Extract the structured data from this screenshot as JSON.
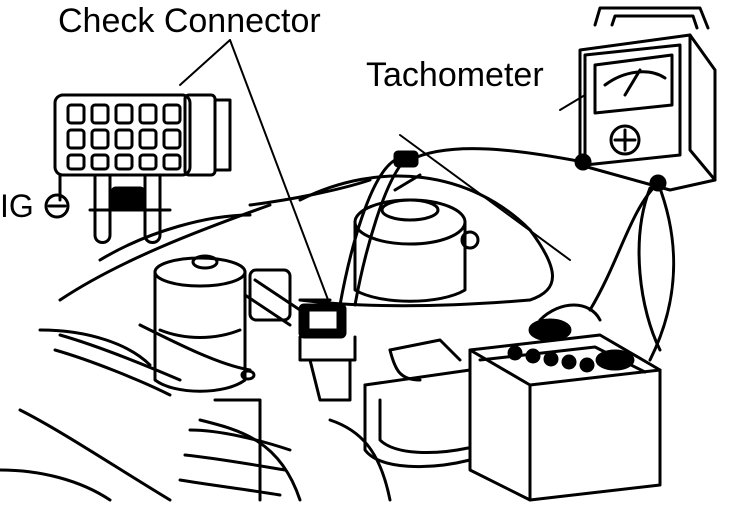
{
  "labels": {
    "check_connector": "Check Connector",
    "tachometer": "Tachometer",
    "ig_terminal": "IG"
  },
  "icons": {
    "ig_symbol": "minus-circle-icon"
  },
  "colors": {
    "ink": "#000000",
    "paper": "#ffffff"
  }
}
